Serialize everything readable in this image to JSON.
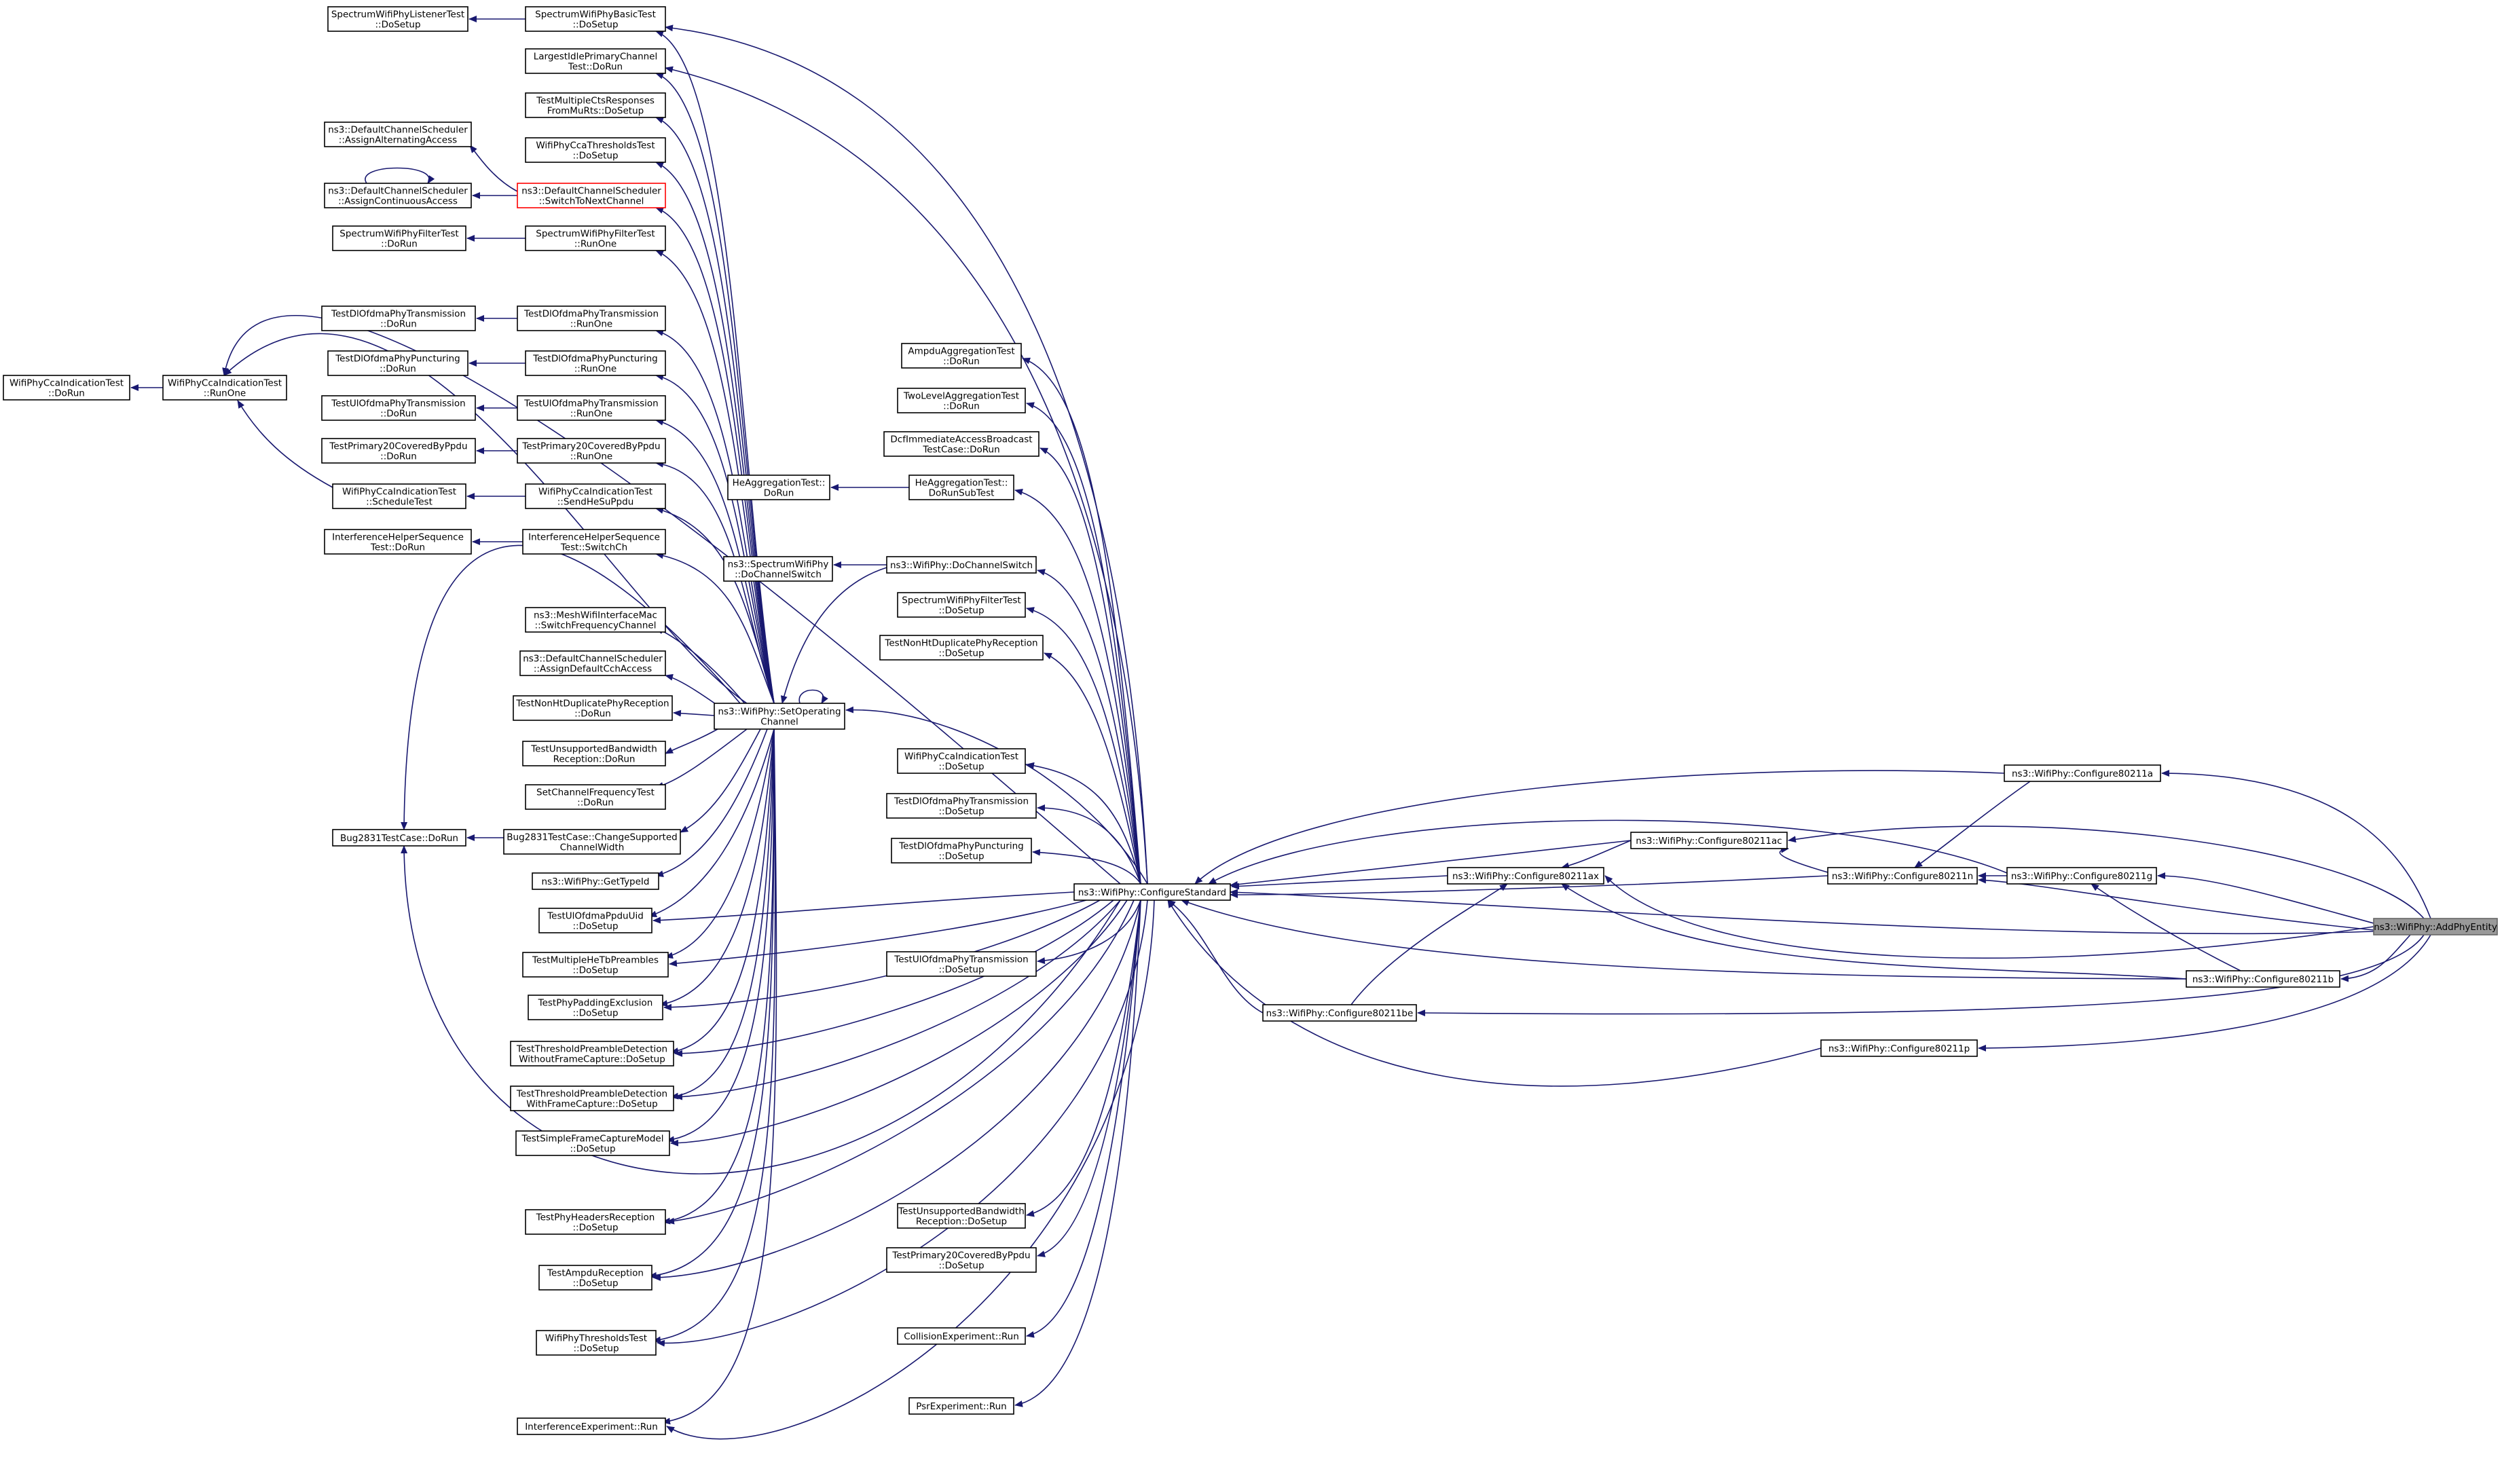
{
  "graph": {
    "title": "ns3::WifiPhy::AddPhyEntity caller graph",
    "edge_color": "#191970",
    "node_border": "#000000",
    "highlight_fill": "#999999",
    "nodes": [
      {
        "id": "n1",
        "lines": [
          "SpectrumWifiPhyListenerTest",
          "::DoSetup"
        ]
      },
      {
        "id": "n2",
        "lines": [
          "SpectrumWifiPhyBasicTest",
          "::DoSetup"
        ]
      },
      {
        "id": "n3",
        "lines": [
          "LargestIdlePrimaryChannel",
          "Test::DoRun"
        ]
      },
      {
        "id": "n4",
        "lines": [
          "TestMultipleCtsResponses",
          "FromMuRts::DoSetup"
        ]
      },
      {
        "id": "n5",
        "lines": [
          "ns3::DefaultChannelScheduler",
          "::AssignAlternatingAccess"
        ]
      },
      {
        "id": "n6",
        "lines": [
          "WifiPhyCcaThresholdsTest",
          "::DoSetup"
        ]
      },
      {
        "id": "n7",
        "lines": [
          "ns3::DefaultChannelScheduler",
          "::AssignContinuousAccess"
        ]
      },
      {
        "id": "n8",
        "lines": [
          "ns3::DefaultChannelScheduler",
          "::SwitchToNextChannel"
        ]
      },
      {
        "id": "n9",
        "lines": [
          "SpectrumWifiPhyFilterTest",
          "::DoRun"
        ]
      },
      {
        "id": "n10",
        "lines": [
          "SpectrumWifiPhyFilterTest",
          "::RunOne"
        ]
      },
      {
        "id": "n11",
        "lines": [
          "TestDlOfdmaPhyTransmission",
          "::DoRun"
        ]
      },
      {
        "id": "n12",
        "lines": [
          "TestDlOfdmaPhyTransmission",
          "::RunOne"
        ]
      },
      {
        "id": "n13",
        "lines": [
          "TestDlOfdmaPhyPuncturing",
          "::DoRun"
        ]
      },
      {
        "id": "n14",
        "lines": [
          "TestDlOfdmaPhyPuncturing",
          "::RunOne"
        ]
      },
      {
        "id": "n15",
        "lines": [
          "WifiPhyCcaIndicationTest",
          "::DoRun"
        ]
      },
      {
        "id": "n16",
        "lines": [
          "WifiPhyCcaIndicationTest",
          "::RunOne"
        ]
      },
      {
        "id": "n17",
        "lines": [
          "TestUlOfdmaPhyTransmission",
          "::DoRun"
        ]
      },
      {
        "id": "n18",
        "lines": [
          "TestUlOfdmaPhyTransmission",
          "::RunOne"
        ]
      },
      {
        "id": "n19",
        "lines": [
          "TestPrimary20CoveredByPpdu",
          "::DoRun"
        ]
      },
      {
        "id": "n20",
        "lines": [
          "TestPrimary20CoveredByPpdu",
          "::RunOne"
        ]
      },
      {
        "id": "n21",
        "lines": [
          "WifiPhyCcaIndicationTest",
          "::ScheduleTest"
        ]
      },
      {
        "id": "n22",
        "lines": [
          "WifiPhyCcaIndicationTest",
          "::SendHeSuPpdu"
        ]
      },
      {
        "id": "n23",
        "lines": [
          "InterferenceHelperSequence",
          "Test::DoRun"
        ]
      },
      {
        "id": "n24",
        "lines": [
          "InterferenceHelperSequence",
          "Test::SwitchCh"
        ]
      },
      {
        "id": "n25",
        "lines": [
          "ns3::MeshWifiInterfaceMac",
          "::SwitchFrequencyChannel"
        ]
      },
      {
        "id": "n26",
        "lines": [
          "ns3::DefaultChannelScheduler",
          "::AssignDefaultCchAccess"
        ]
      },
      {
        "id": "n27",
        "lines": [
          "TestNonHtDuplicatePhyReception",
          "::DoRun"
        ]
      },
      {
        "id": "n28",
        "lines": [
          "TestUnsupportedBandwidth",
          "Reception::DoRun"
        ]
      },
      {
        "id": "n29",
        "lines": [
          "SetChannelFrequencyTest",
          "::DoRun"
        ]
      },
      {
        "id": "n30",
        "lines": [
          "Bug2831TestCase::DoRun"
        ]
      },
      {
        "id": "n31",
        "lines": [
          "Bug2831TestCase::ChangeSupported",
          "ChannelWidth"
        ]
      },
      {
        "id": "n32",
        "lines": [
          "ns3::WifiPhy::GetTypeId"
        ]
      },
      {
        "id": "n33",
        "lines": [
          "TestUlOfdmaPpduUid",
          "::DoSetup"
        ]
      },
      {
        "id": "n34",
        "lines": [
          "TestMultipleHeTbPreambles",
          "::DoSetup"
        ]
      },
      {
        "id": "n35",
        "lines": [
          "TestPhyPaddingExclusion",
          "::DoSetup"
        ]
      },
      {
        "id": "n36",
        "lines": [
          "TestThresholdPreambleDetection",
          "WithoutFrameCapture::DoSetup"
        ]
      },
      {
        "id": "n37",
        "lines": [
          "TestThresholdPreambleDetection",
          "WithFrameCapture::DoSetup"
        ]
      },
      {
        "id": "n38",
        "lines": [
          "TestSimpleFrameCaptureModel",
          "::DoSetup"
        ]
      },
      {
        "id": "n39",
        "lines": [
          "TestPhyHeadersReception",
          "::DoSetup"
        ]
      },
      {
        "id": "n40",
        "lines": [
          "TestAmpduReception",
          "::DoSetup"
        ]
      },
      {
        "id": "n41",
        "lines": [
          "WifiPhyThresholdsTest",
          "::DoSetup"
        ]
      },
      {
        "id": "n42",
        "lines": [
          "InterferenceExperiment::Run"
        ]
      },
      {
        "id": "n43",
        "lines": [
          "ns3::WifiPhy::SetOperating",
          "Channel"
        ]
      },
      {
        "id": "n44",
        "lines": [
          "AmpduAggregationTest",
          "::DoRun"
        ]
      },
      {
        "id": "n45",
        "lines": [
          "TwoLevelAggregationTest",
          "::DoRun"
        ]
      },
      {
        "id": "n46",
        "lines": [
          "DcfImmediateAccessBroadcast",
          "TestCase::DoRun"
        ]
      },
      {
        "id": "n47",
        "lines": [
          "HeAggregationTest::",
          "DoRun"
        ]
      },
      {
        "id": "n48",
        "lines": [
          "HeAggregationTest::",
          "DoRunSubTest"
        ]
      },
      {
        "id": "n49",
        "lines": [
          "ns3::SpectrumWifiPhy",
          "::DoChannelSwitch"
        ]
      },
      {
        "id": "n50",
        "lines": [
          "ns3::WifiPhy::DoChannelSwitch"
        ]
      },
      {
        "id": "n51",
        "lines": [
          "SpectrumWifiPhyFilterTest",
          "::DoSetup"
        ]
      },
      {
        "id": "n52",
        "lines": [
          "TestNonHtDuplicatePhyReception",
          "::DoSetup"
        ]
      },
      {
        "id": "n53",
        "lines": [
          "WifiPhyCcaIndicationTest",
          "::DoSetup"
        ]
      },
      {
        "id": "n54",
        "lines": [
          "TestDlOfdmaPhyTransmission",
          "::DoSetup"
        ]
      },
      {
        "id": "n55",
        "lines": [
          "TestDlOfdmaPhyPuncturing",
          "::DoSetup"
        ]
      },
      {
        "id": "n56",
        "lines": [
          "TestUlOfdmaPhyTransmission",
          "::DoSetup"
        ]
      },
      {
        "id": "n57",
        "lines": [
          "TestUnsupportedBandwidth",
          "Reception::DoSetup"
        ]
      },
      {
        "id": "n58",
        "lines": [
          "TestPrimary20CoveredByPpdu",
          "::DoSetup"
        ]
      },
      {
        "id": "n59",
        "lines": [
          "CollisionExperiment::Run"
        ]
      },
      {
        "id": "n60",
        "lines": [
          "PsrExperiment::Run"
        ]
      },
      {
        "id": "n61",
        "lines": [
          "ns3::WifiPhy::ConfigureStandard"
        ]
      },
      {
        "id": "n62",
        "lines": [
          "ns3::WifiPhy::Configure80211ax"
        ]
      },
      {
        "id": "n63",
        "lines": [
          "ns3::WifiPhy::Configure80211ac"
        ]
      },
      {
        "id": "n64",
        "lines": [
          "ns3::WifiPhy::Configure80211be"
        ]
      },
      {
        "id": "n65",
        "lines": [
          "ns3::WifiPhy::Configure80211n"
        ]
      },
      {
        "id": "n66",
        "lines": [
          "ns3::WifiPhy::Configure80211p"
        ]
      },
      {
        "id": "n67",
        "lines": [
          "ns3::WifiPhy::Configure80211a"
        ]
      },
      {
        "id": "n68",
        "lines": [
          "ns3::WifiPhy::Configure80211g"
        ]
      },
      {
        "id": "n69",
        "lines": [
          "ns3::WifiPhy::Configure80211b"
        ]
      },
      {
        "id": "n70",
        "lines": [
          "ns3::WifiPhy::AddPhyEntity"
        ]
      }
    ]
  }
}
